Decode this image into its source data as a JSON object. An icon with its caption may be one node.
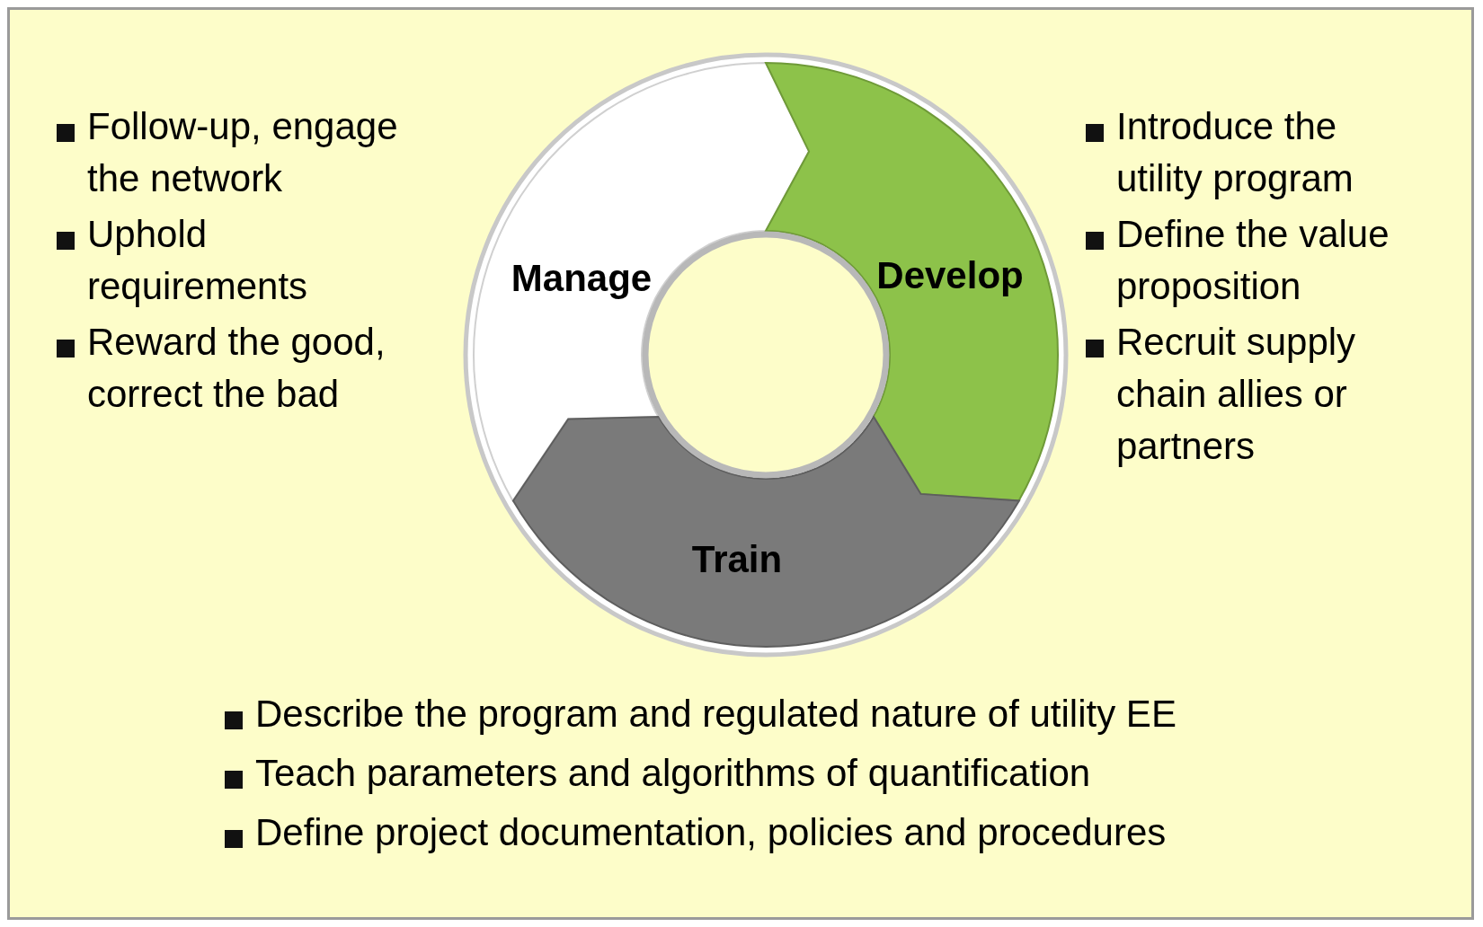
{
  "diagram": {
    "nodes": [
      {
        "text": [
          "Manage"
        ]
      },
      {
        "text": [
          "Develop"
        ]
      },
      {
        "text": [
          "Train"
        ]
      },
      {
        "text": [],
        "shape": "circle"
      }
    ],
    "labels": [
      "Follow-up, engage the network",
      "Uphold requirements",
      "Reward the good, correct the bad",
      "Introduce the utility program",
      "Define the value proposition",
      "Recruit supply chain allies or partners",
      "Describe the program and regulated nature of utility EE",
      "Teach parameters and algorithms of quantification",
      "Define project documentation, policies and procedures"
    ]
  }
}
